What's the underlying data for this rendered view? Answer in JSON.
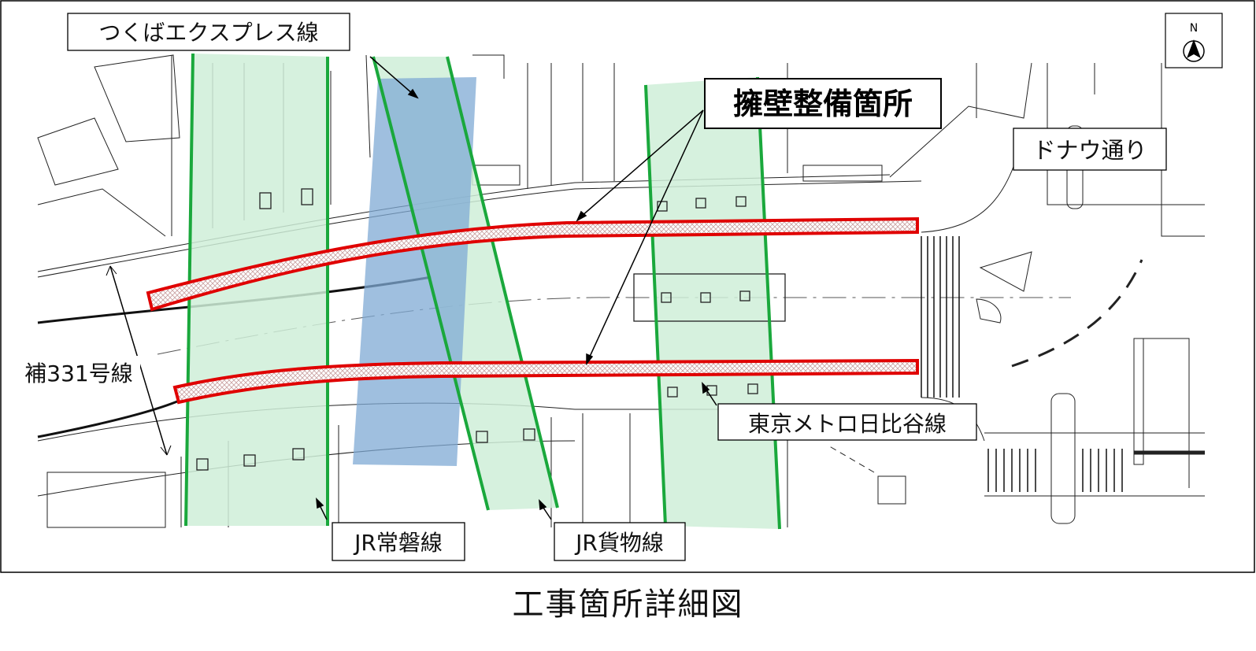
{
  "figure_caption": "工事箇所詳細図",
  "north_label": "N",
  "labels": {
    "tsukuba_express": "つくばエクスプレス線",
    "retaining_wall": "擁壁整備箇所",
    "donau_street": "ドナウ通り",
    "route_331": "補331号線",
    "tokyo_metro_hibiya": "東京メトロ日比谷線",
    "jr_joban": "JR常磐線",
    "jr_freight": "JR貨物線"
  },
  "colors": {
    "rail_band_fill": "#cfeed8",
    "rail_band_line": "#1aa83c",
    "tsukuba_fill": "#7fa9d4",
    "wall_outline": "#e00000",
    "wall_hatch": "#c8c8c8",
    "frame": "#000000"
  }
}
